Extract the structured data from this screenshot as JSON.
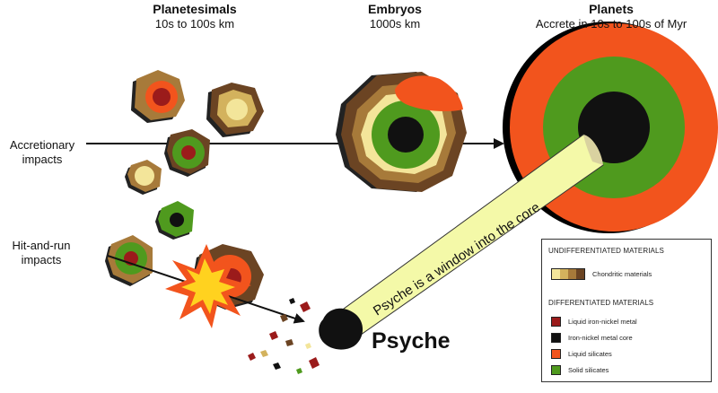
{
  "headers": {
    "planetesimals": {
      "title": "Planetesimals",
      "subtitle": "10s to 100s km"
    },
    "embryos": {
      "title": "Embryos",
      "subtitle": "1000s km"
    },
    "planets": {
      "title": "Planets",
      "subtitle": "Accrete in 10s to 100s of Myr"
    }
  },
  "labels": {
    "accretionary": [
      "Accretionary",
      "impacts"
    ],
    "hitrun": [
      "Hit-and-run",
      "impacts"
    ],
    "beam": "Psyche is a window into the core",
    "psyche": "Psyche"
  },
  "legend": {
    "undiff_title": "UNDIFFERENTIATED MATERIALS",
    "chondritic": "Chondritic materials",
    "diff_title": "DIFFERENTIATED MATERIALS",
    "items": [
      {
        "label": "Liquid iron-nickel metal",
        "color": "#9b1b1b"
      },
      {
        "label": "Iron-nickel metal core",
        "color": "#111111"
      },
      {
        "label": "Liquid silicates",
        "color": "#f2541d"
      },
      {
        "label": "Solid silicates",
        "color": "#4f9a1e"
      }
    ],
    "chondritic_colors": [
      "#f3e59a",
      "#d3b25d",
      "#a77a3a",
      "#6b4423"
    ]
  },
  "colors": {
    "metal_core": "#111111",
    "liquid_metal": "#9b1b1b",
    "liquid_silicate": "#f2541d",
    "solid_silicate": "#4f9a1e",
    "beam": "#f4f9a8"
  }
}
